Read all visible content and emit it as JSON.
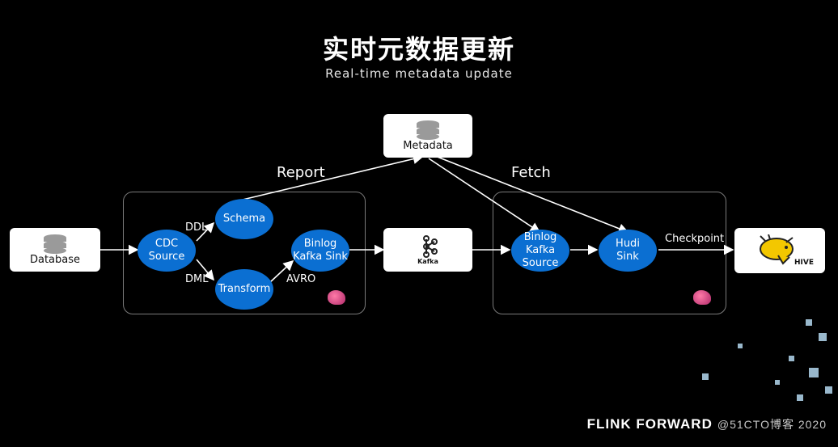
{
  "title": "实时元数据更新",
  "subtitle": "Real-time metadata update",
  "boxes": {
    "database": "Database",
    "metadata": "Metadata",
    "kafka": "Kafka",
    "hive": "HIVE"
  },
  "nodes": {
    "cdc_source": [
      "CDC",
      "Source"
    ],
    "schema": "Schema",
    "transform": "Transform",
    "binlog_kafka_sink": [
      "Binlog",
      "Kafka Sink"
    ],
    "binlog_kafka_source": [
      "Binlog",
      "Kafka Source"
    ],
    "hudi_sink": [
      "Hudi",
      "Sink"
    ]
  },
  "edge_labels": {
    "report": "Report",
    "fetch": "Fetch",
    "ddl": "DDL",
    "dml": "DML",
    "avro": "AVRO",
    "checkpoint": "Checkpoint"
  },
  "footer": {
    "brand": "FLINK FORWARD",
    "watermark": "@51CTO博客 2020"
  },
  "colors": {
    "background": "#000000",
    "node": "#0b6fd2",
    "box": "#ffffff",
    "arrow": "#ffffff",
    "group_border": "#7a7a7a"
  }
}
